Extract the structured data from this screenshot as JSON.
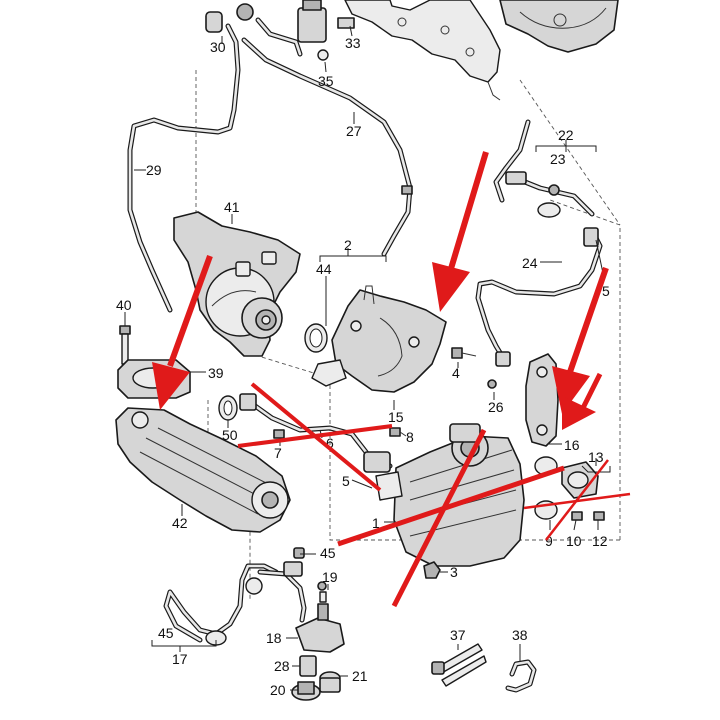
{
  "callouts": {
    "p30": "30",
    "p33": "33",
    "p35": "35",
    "p27": "27",
    "p29": "29",
    "p22": "22",
    "p23": "23",
    "p41": "41",
    "p2": "2",
    "p44": "44",
    "p24": "24",
    "p5a": "5",
    "p40": "40",
    "p39": "39",
    "p4": "4",
    "p26": "26",
    "p15": "15",
    "p50": "50",
    "p6": "6",
    "p7": "7",
    "p8": "8",
    "p5b": "5",
    "p16": "16",
    "p13": "13",
    "p1": "1",
    "p42": "42",
    "p9": "9",
    "p10": "10",
    "p12": "12",
    "p3": "3",
    "p45a": "45",
    "p19": "19",
    "p45b": "45",
    "p17": "17",
    "p18": "18",
    "p28": "28",
    "p21": "21",
    "p20": "20",
    "p37": "37",
    "p38": "38"
  },
  "colors": {
    "annotation_red": "#e01a1a",
    "line": "#1a1a1a",
    "part_fill": "#d6d6d6"
  }
}
